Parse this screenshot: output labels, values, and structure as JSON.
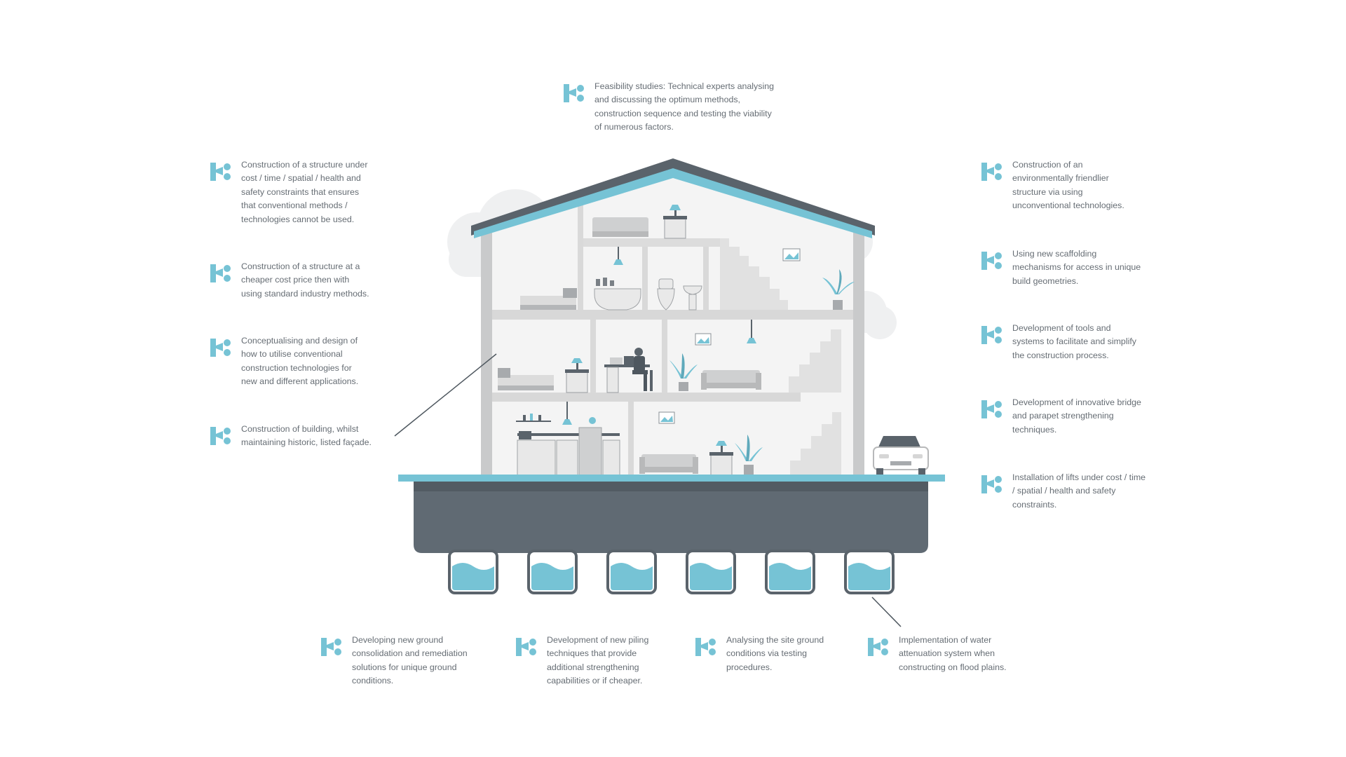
{
  "callouts": {
    "top": "Feasibility studies: Technical experts analysing\nand discussing the optimum methods,\nconstruction sequence and testing the viability\nof numerous factors.",
    "left": [
      "Construction of a structure under\ncost / time / spatial / health and\nsafety constraints that ensures\nthat conventional methods /\ntechnologies cannot be used.",
      "Construction of a structure at a\ncheaper cost price then with\nusing standard industry methods.",
      "Conceptualising and design of\nhow to utilise conventional\nconstruction technologies for\nnew and different applications.",
      "Construction of building, whilst\nmaintaining historic, listed façade."
    ],
    "right": [
      "Construction of an\nenvironmentally friendlier\nstructure via using\nunconventional technologies.",
      "Using new scaffolding\nmechanisms for access in unique\nbuild geometries.",
      "Development of tools and\nsystems to facilitate and simplify\nthe construction process.",
      "Development of innovative bridge\nand parapet strengthening\ntechniques.",
      "Installation of lifts under cost / time\n/ spatial / health and safety\nconstraints."
    ],
    "bottom": [
      "Developing new ground\nconsolidation and remediation\nsolutions for unique ground\nconditions.",
      "Development of new piling\ntechniques that provide\nadditional strengthening\ncapabilities or if cheaper.",
      "Analysing the site ground\nconditions via testing\nprocedures.",
      "Implementation of water\nattenuation system when\nconstructing on flood plains."
    ]
  },
  "colors": {
    "accent": "#76c3d5",
    "foundation": "#606a73",
    "roof_dark": "#5a636b",
    "wall": "#c9cacb",
    "floor_fill": "#ececec",
    "text": "#666d74"
  },
  "icons": {
    "logo": "k-logo-icon",
    "person": "person-at-desk-icon",
    "car": "car-icon",
    "plant": "plant-icon",
    "lamp": "lamp-icon",
    "sofa": "sofa-icon",
    "bed": "bed-icon",
    "bath": "bathtub-icon",
    "toilet": "toilet-icon",
    "picture": "picture-frame-icon"
  }
}
